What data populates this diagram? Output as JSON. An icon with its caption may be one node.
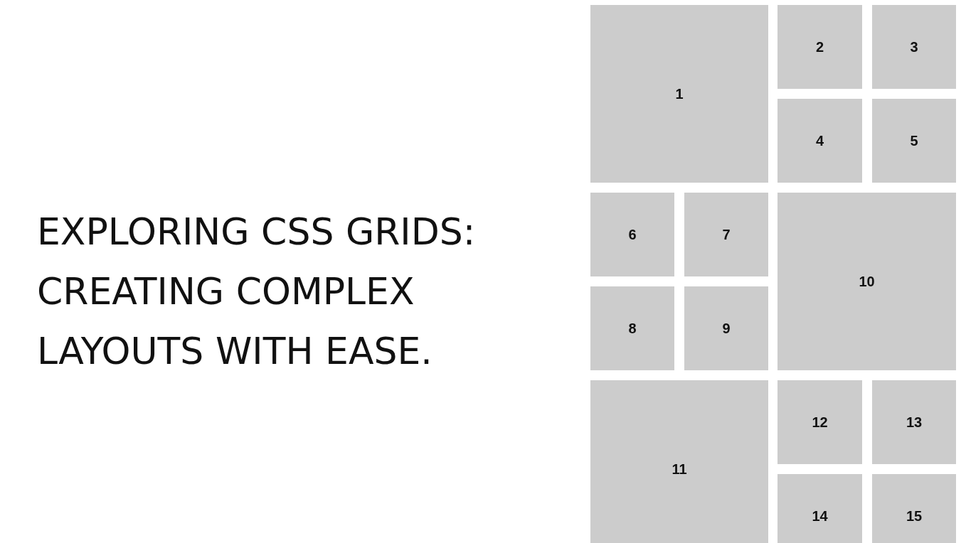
{
  "diagram": {
    "title": "EXPLORING CSS GRIDS: CREATING COMPLEX LAYOUTS WITH EASE.",
    "nodes": [
      {
        "text": [
          "1"
        ]
      },
      {
        "text": [
          "2"
        ]
      },
      {
        "text": [
          "3"
        ]
      },
      {
        "text": [
          "4"
        ]
      },
      {
        "text": [
          "5"
        ]
      },
      {
        "text": [
          "6"
        ]
      },
      {
        "text": [
          "7"
        ]
      },
      {
        "text": [
          "8"
        ]
      },
      {
        "text": [
          "9"
        ]
      },
      {
        "text": [
          "10"
        ]
      },
      {
        "text": [
          "11"
        ]
      },
      {
        "text": [
          "12"
        ]
      },
      {
        "text": [
          "13"
        ]
      },
      {
        "text": [
          "14"
        ]
      },
      {
        "text": [
          "15"
        ]
      }
    ]
  }
}
